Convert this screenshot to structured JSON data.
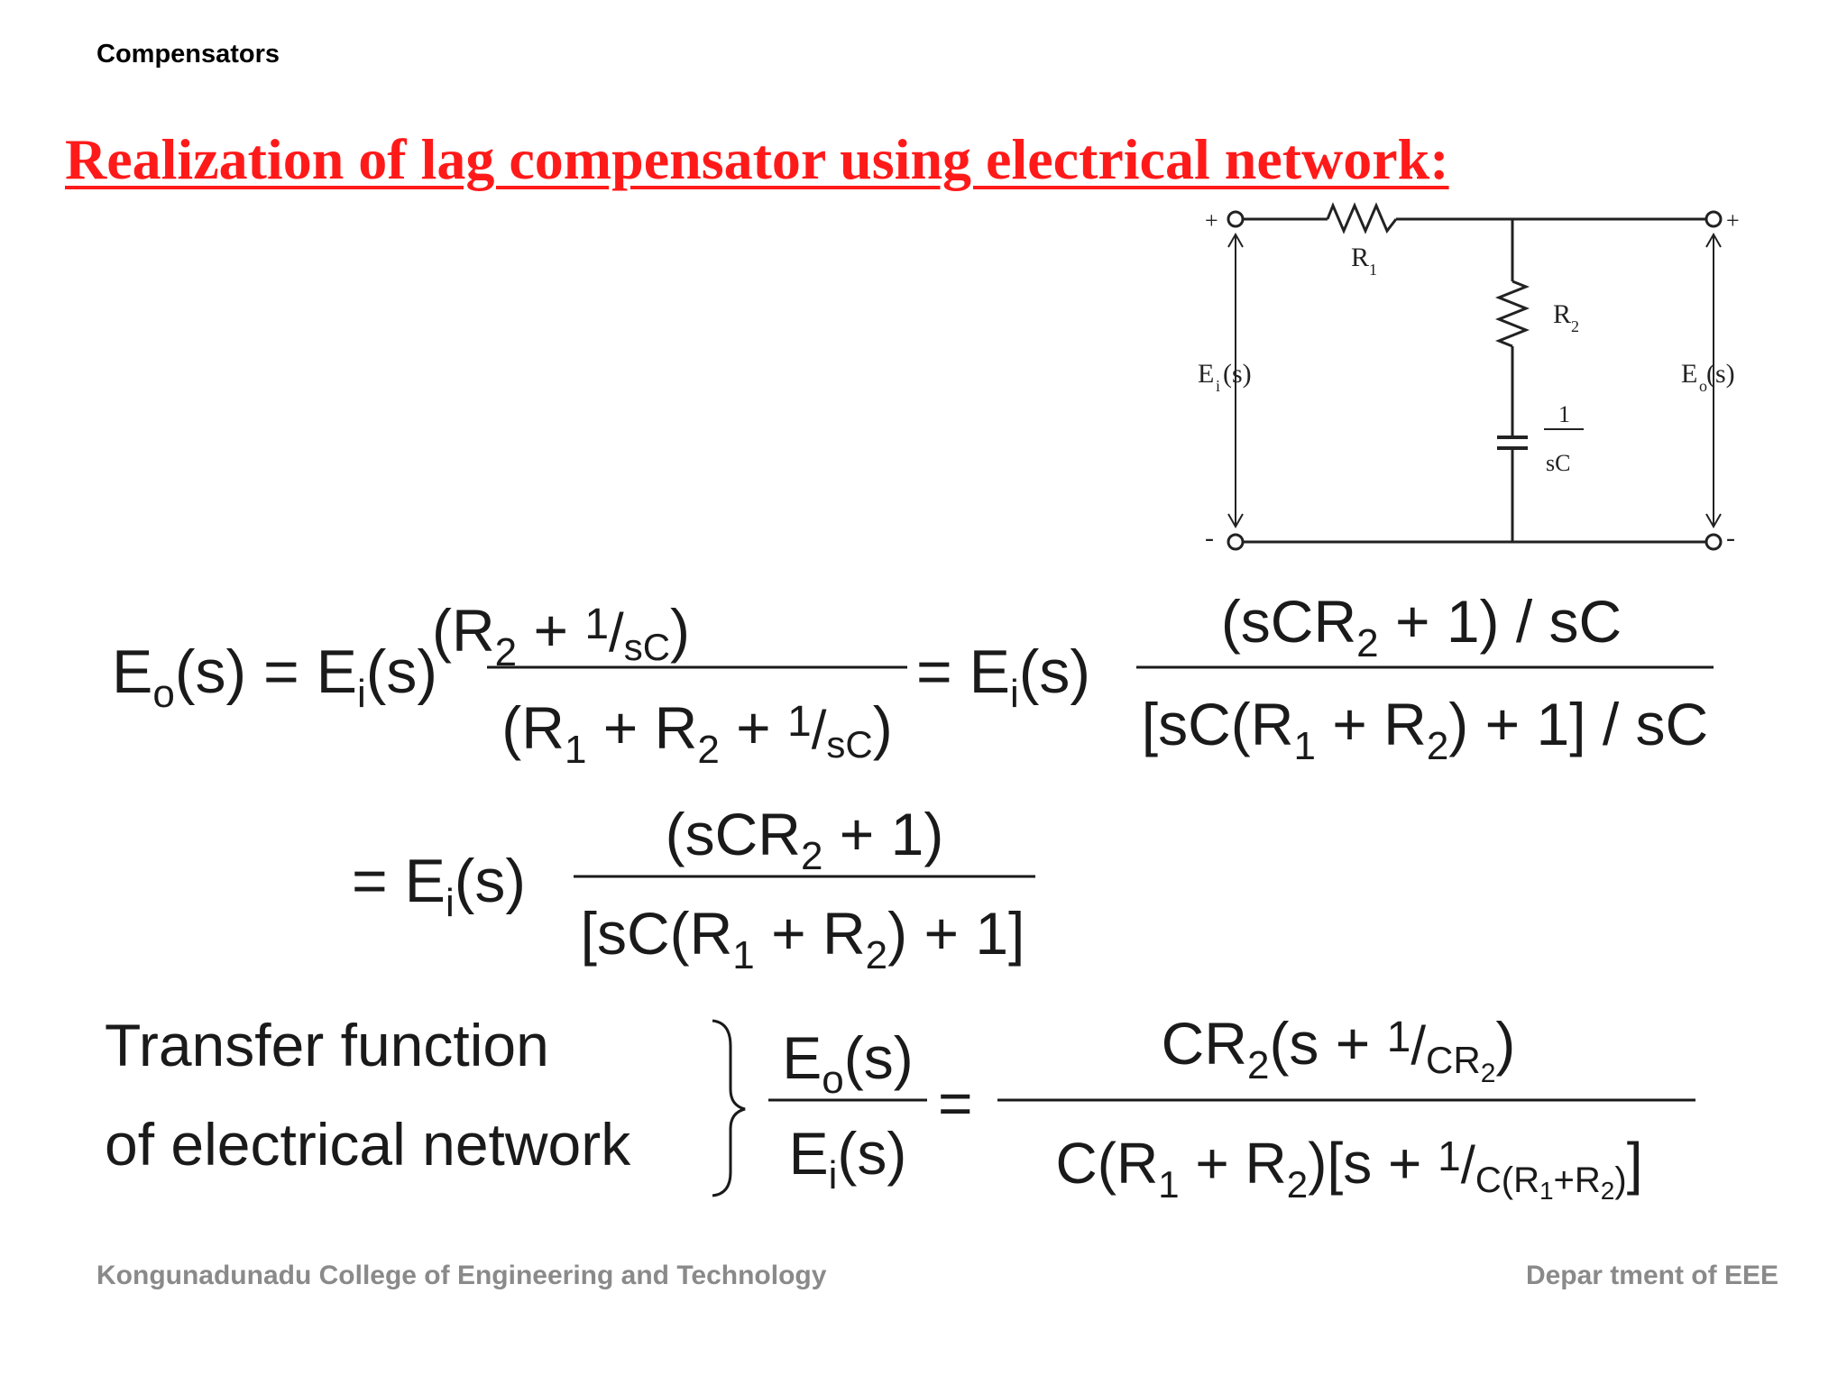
{
  "slide": {
    "header": "Compensators",
    "title": "Realization of lag compensator using electrical network:",
    "footer_left": "Kongunadunadu College of Engineering and Technology",
    "footer_right": "Depar tment of EEE"
  },
  "circuit": {
    "r1_label": "R",
    "r1_sub": "1",
    "r2_label": "R",
    "r2_sub": "2",
    "cap_num": "1",
    "cap_den": "sC",
    "input_label": "E",
    "input_sub": "i",
    "input_arg": "(s)",
    "output_label": "E",
    "output_sub": "o",
    "output_arg": "(s)",
    "plus": "+",
    "minus": "-"
  },
  "equations": {
    "eq1_lhs": "Eo(s) = Ei(s)",
    "eq1_num1": "(R2 + 1/sC)",
    "eq1_den1": "(R1 + R2 + 1/sC)",
    "eq1_mid": "= Ei(s)",
    "eq1_num2": "(sCR2 + 1) / sC",
    "eq1_den2": "[sC(R1 + R2) + 1] / sC",
    "eq2_lhs": "= Ei(s)",
    "eq2_num": "(sCR2 + 1)",
    "eq2_den": "[sC(R1 + R2) + 1]",
    "tf_label_line1": "Transfer function",
    "tf_label_line2": "of electrical network",
    "tf_num": "Eo(s)",
    "tf_den": "Ei(s)",
    "tf_rhs_num": "CR2(s + 1/CR2)",
    "tf_rhs_den": "C(R1 + R2)[s + 1/C(R1+R2)]"
  }
}
